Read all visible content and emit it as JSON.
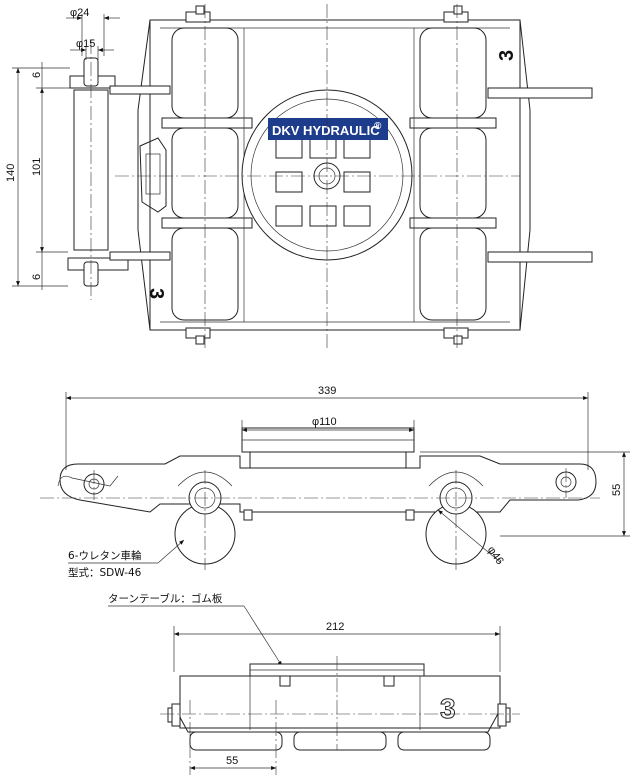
{
  "brand": {
    "text": "DKV HYDRAULIC",
    "reg": "®",
    "bg_color": "#1e3c8c"
  },
  "top_view": {
    "dims": {
      "dia_24": "φ24",
      "dia_15": "φ15",
      "h_6_top": "6",
      "h_101": "101",
      "h_140": "140",
      "h_6_bottom": "6"
    },
    "emboss_mark": "3"
  },
  "front_view": {
    "dims": {
      "length_339": "339",
      "dia_110": "φ110",
      "height_55": "55",
      "dia_46": "φ46"
    },
    "callout_wheel": "6-ウレタン車輪",
    "callout_model": "型式：SDW-46"
  },
  "side_view": {
    "callout_turntable": "ターンテーブル：ゴム板",
    "dims": {
      "width_212": "212",
      "offset_55": "55"
    },
    "emboss_mark": "3"
  }
}
